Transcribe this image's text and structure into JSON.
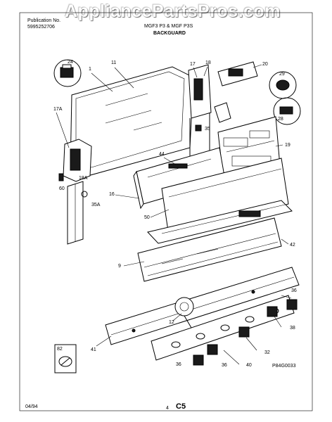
{
  "watermark": "AppliancePartsPros.com",
  "header": {
    "publication_label": "Publication No.",
    "publication_number": "5995252706",
    "model_text": "MGF3 P3 & MGF P3S",
    "section_title": "BACKGUARD"
  },
  "footer": {
    "date": "04/94",
    "page_number": "4",
    "page_code": "C5",
    "drawing_id": "P84G0033"
  },
  "callouts": [
    "1",
    "11",
    "17",
    "18",
    "20",
    "24",
    "29",
    "28",
    "17A",
    "44",
    "19",
    "35",
    "16",
    "18A",
    "60",
    "35A",
    "50",
    "42",
    "9",
    "36",
    "12",
    "38",
    "32",
    "41",
    "40",
    "36",
    "36",
    "82"
  ]
}
